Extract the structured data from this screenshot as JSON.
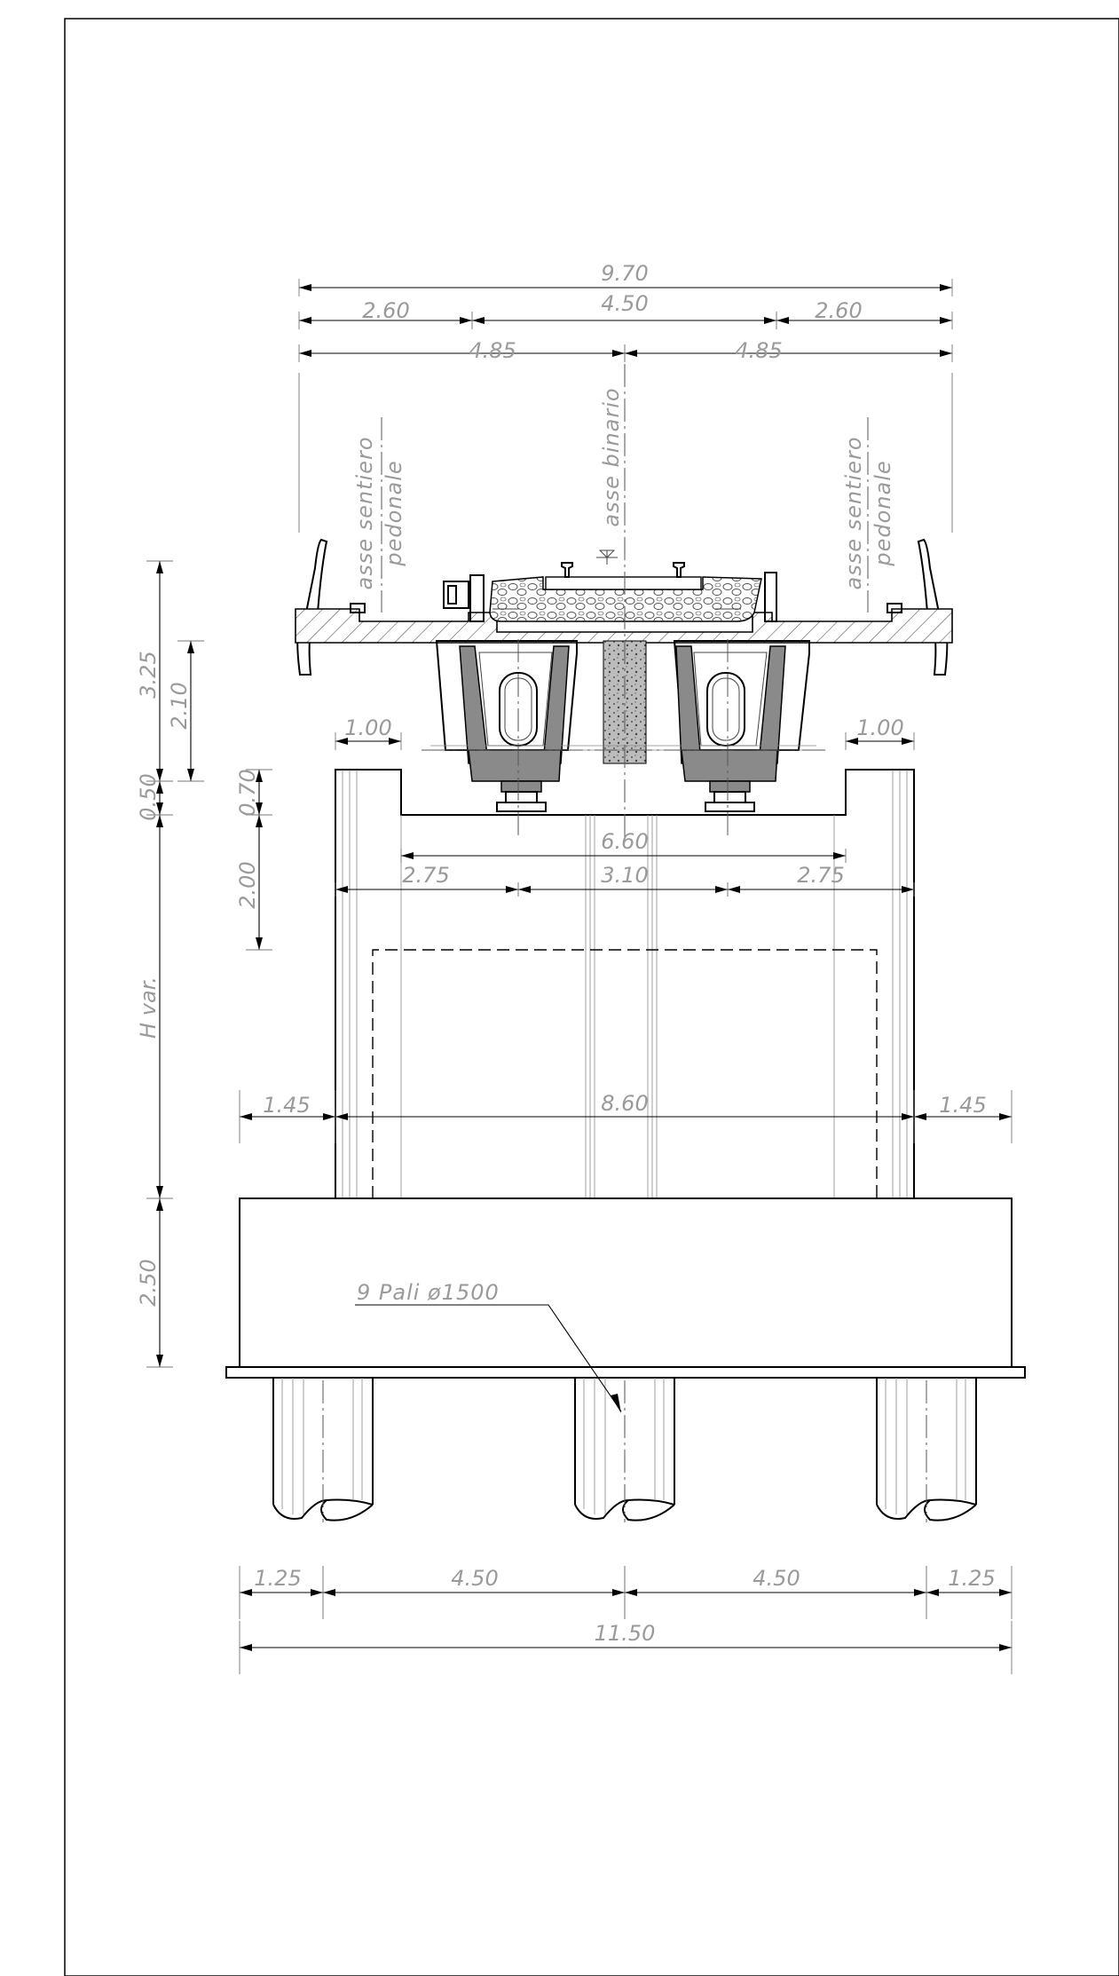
{
  "dimensions": {
    "deck_total_width": "9.70",
    "deck_left_walkway": "2.60",
    "deck_track_zone": "4.50",
    "deck_right_walkway": "2.60",
    "deck_half_left": "4.85",
    "deck_half_right": "4.85",
    "cap_overhang_left": "1.00",
    "cap_overhang_right": "1.00",
    "cap_recess_width": "6.60",
    "cap_left_to_bearing": "2.75",
    "bearing_spacing": "3.10",
    "cap_right_to_bearing": "2.75",
    "pier_width": "8.60",
    "footing_overhang_left": "1.45",
    "footing_overhang_right": "1.45",
    "pile_edge_left": "1.25",
    "pile_spacing_left": "4.50",
    "pile_spacing_right": "4.50",
    "pile_edge_right": "1.25",
    "footing_total_width": "11.50",
    "height_total_deck": "3.25",
    "height_deck_girder": "2.10",
    "height_bearing": "0.50",
    "height_bearing_plinth": "0.70",
    "height_cap_recess": "2.00",
    "height_pier": "H var.",
    "height_footing": "2.50"
  },
  "labels": {
    "track_axis": "asse binario",
    "walkway_axis_left_line1": "asse sentiero",
    "walkway_axis_left_line2": "pedonale",
    "walkway_axis_right_line1": "asse sentiero",
    "walkway_axis_right_line2": "pedonale",
    "piles_note": "9 Pali ø1500"
  }
}
